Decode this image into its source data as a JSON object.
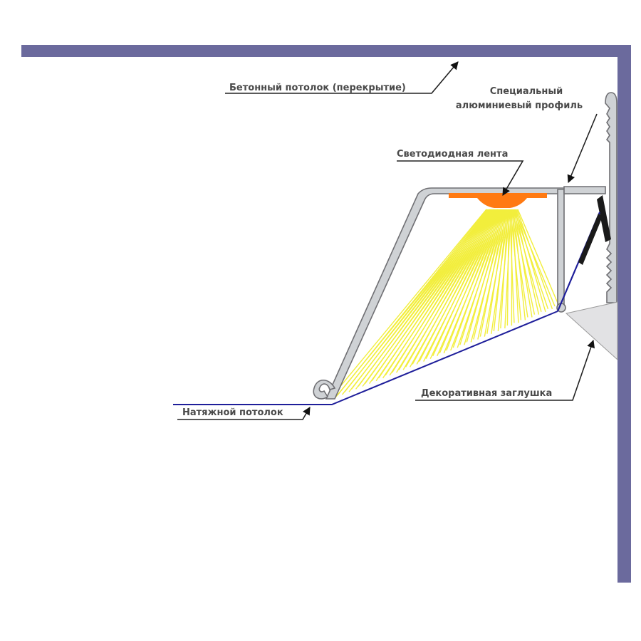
{
  "labels": {
    "concrete_ceiling": "Бетонный потолок (перекрытие)",
    "profile_line1": "Специальный",
    "profile_line2": "алюминиевый профиль",
    "led_strip": "Светодиодная лента",
    "stretch_ceiling": "Натяжной потолок",
    "decorative_plug": "Декоративная заглушка"
  },
  "colors": {
    "wall": "#6b6a9d",
    "profile_fill": "#cfd2d5",
    "profile_stroke": "#6f6f73",
    "led": "#ff7a12",
    "light_rays": "#f2ee3c",
    "membrane": "#1e1e9a",
    "plug": "#e2e2e4",
    "label_text": "#4a4a4a",
    "leader": "#222222"
  }
}
